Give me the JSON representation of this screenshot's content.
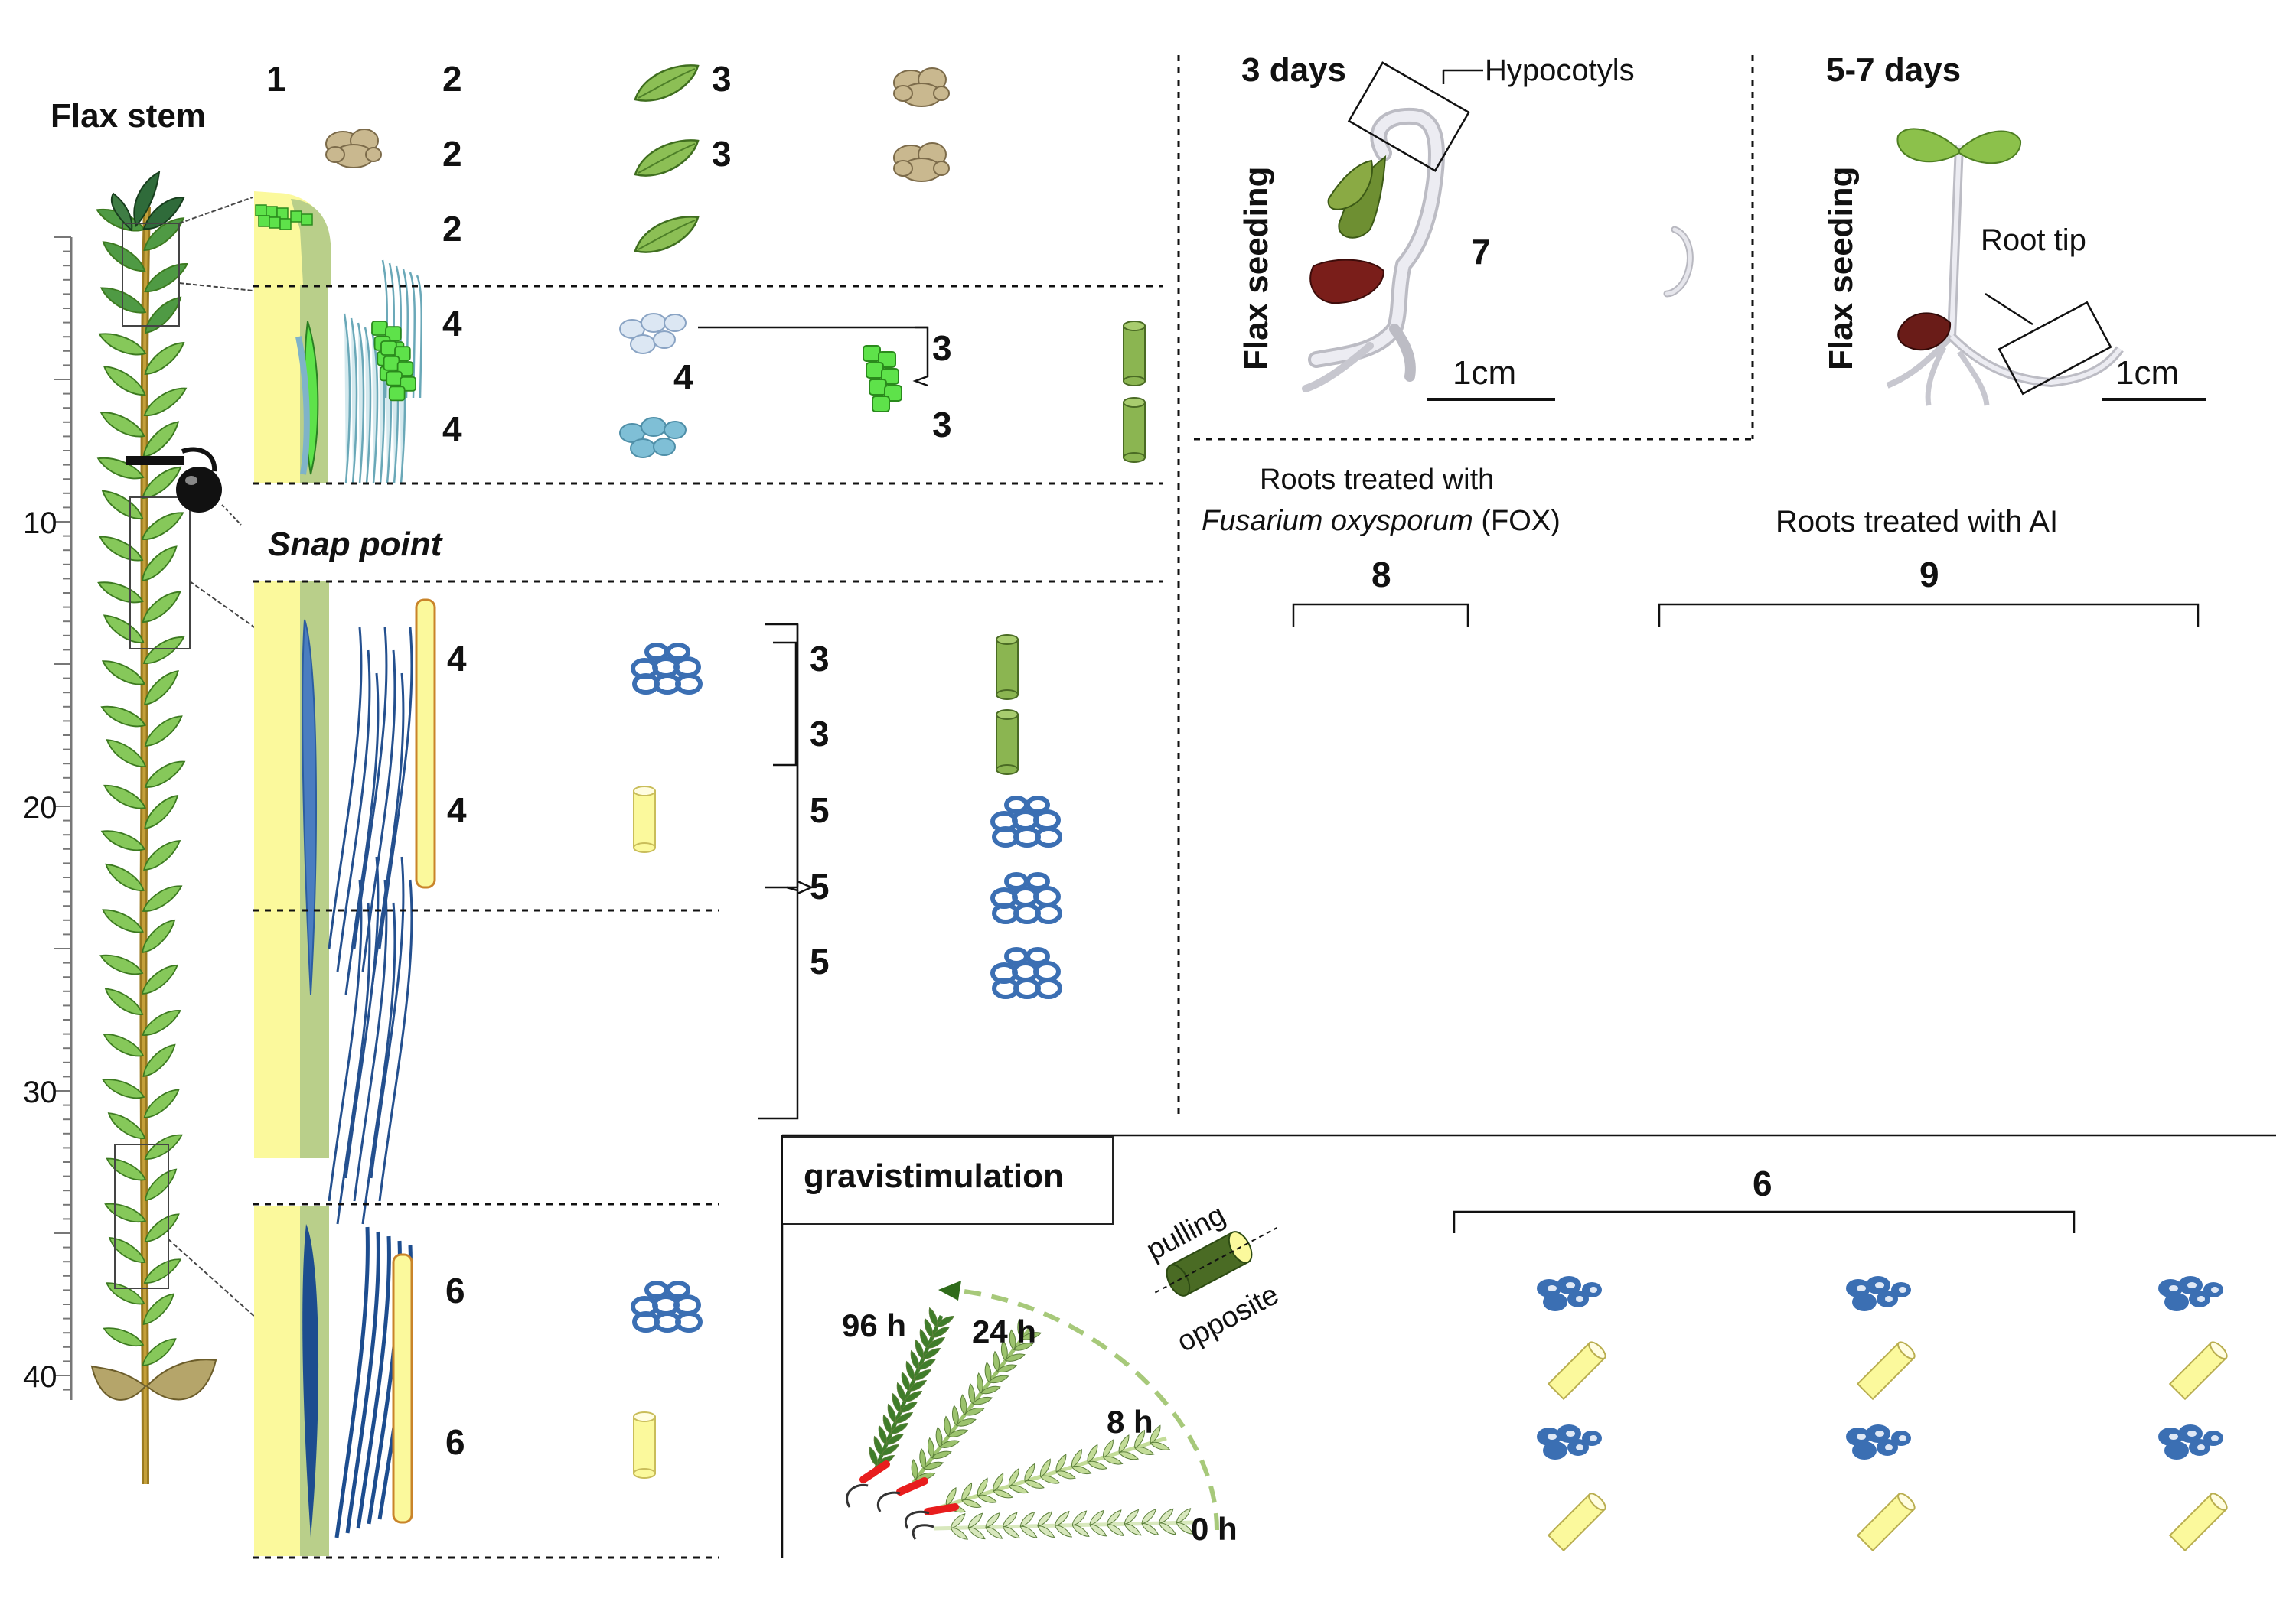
{
  "stem": {
    "title": "Flax stem",
    "ruler_ticks": [
      "10",
      "20",
      "30",
      "40"
    ],
    "snap_point": "Snap point"
  },
  "numbers": {
    "top": {
      "col1": "1",
      "a": "2",
      "b": "2",
      "c": "2",
      "d": "3",
      "e": "3"
    },
    "mid": {
      "a": "4",
      "b": "4",
      "c": "4",
      "d": "3",
      "e": "3"
    },
    "bast": {
      "a": "4",
      "b": "4",
      "c": "3",
      "d": "3",
      "e": "5",
      "f": "5",
      "g": "5"
    },
    "bottom": {
      "a": "6",
      "b": "6"
    },
    "seedling_hypocotyl": "7",
    "fox": "8",
    "ai": "9",
    "grav": "6"
  },
  "seedling_3days": {
    "title": "3 days",
    "side_label": "Flax seeding",
    "callout": "Hypocotyls",
    "scale": "1cm"
  },
  "seedling_57days": {
    "title": "5-7 days",
    "side_label": "Flax seeding",
    "callout": "Root tip",
    "scale": "1cm"
  },
  "roots_fox": {
    "line1": "Roots treated with",
    "species": "Fusarium oxysporum",
    "abbr": " (FOX)"
  },
  "roots_ai": {
    "label": "Roots treated with AI"
  },
  "gravistimulation": {
    "title": "gravistimulation",
    "pulling": "pulling",
    "opposite": "opposite",
    "times": [
      "96 h",
      "24 h",
      "8 h",
      "0 h"
    ]
  },
  "colors": {
    "parenchyma": "#fbf99c",
    "cortex": "#b9cf8a",
    "chlorenchyma": "#5ee24a",
    "fiber_blue": "#3b6fb3",
    "fiber_dark": "#1d4d8f",
    "stem_green": "#6fb33a"
  }
}
